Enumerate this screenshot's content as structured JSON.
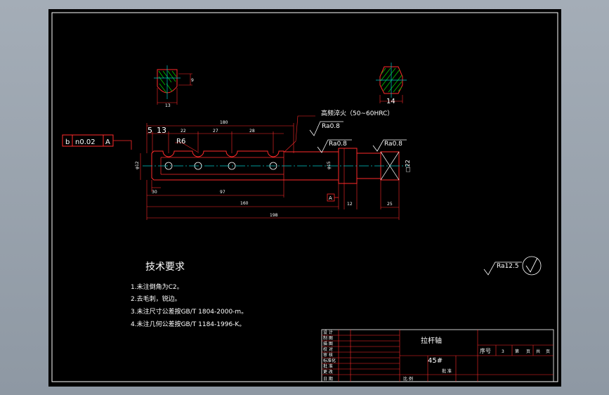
{
  "dimensions": {
    "top_pitch": "180",
    "step1": "5",
    "step2": "13",
    "p1": "22",
    "p2": "27",
    "p3": "28",
    "radius": "R6",
    "dia_left": "φ12",
    "dia_mid": "φ15",
    "len_a": "30",
    "len_b": "97",
    "len_c": "160",
    "len_total": "198",
    "len_d": "12",
    "len_e": "25",
    "square": "□22",
    "sec_left_h": "9",
    "sec_left_w": "13",
    "sec_right_w": "14"
  },
  "annotations": {
    "heat_treat": "高频淬火（50~60HRC）",
    "ra_top": "Ra0.8",
    "ra_mid": "Ra0.8",
    "ra_right": "Ra0.8",
    "datum": "A",
    "tol_sym": "b",
    "tol_val": "n0.02",
    "tol_ref": "A",
    "ra_general": "Ra12.5"
  },
  "tech": {
    "title": "技术要求",
    "items": [
      "1.未注倒角为C2。",
      "2.去毛刺，锐边。",
      "3.未注尺寸公差按GB/T 1804-2000-m。",
      "4.未注几何公差按GB/T 1184-1996-K。"
    ]
  },
  "titleblock": {
    "part_name": "拉杆轴",
    "material": "45#",
    "seq_label": "序号",
    "seq_value": "3",
    "sheet_1": "第",
    "sheet_2": "页",
    "sheet_3": "共",
    "sheet_4": "页",
    "rows": [
      "设 计",
      "制 图",
      "描 图",
      "校 对",
      "审 核",
      "标准化",
      "批 准",
      "更 改",
      "日 期"
    ],
    "mid_a": "批 准",
    "mid_b": "比 例"
  },
  "colors": {
    "line": "#ff2a2a",
    "center": "#00c8c8",
    "hatch": "#00c800",
    "text": "#ffffff"
  }
}
